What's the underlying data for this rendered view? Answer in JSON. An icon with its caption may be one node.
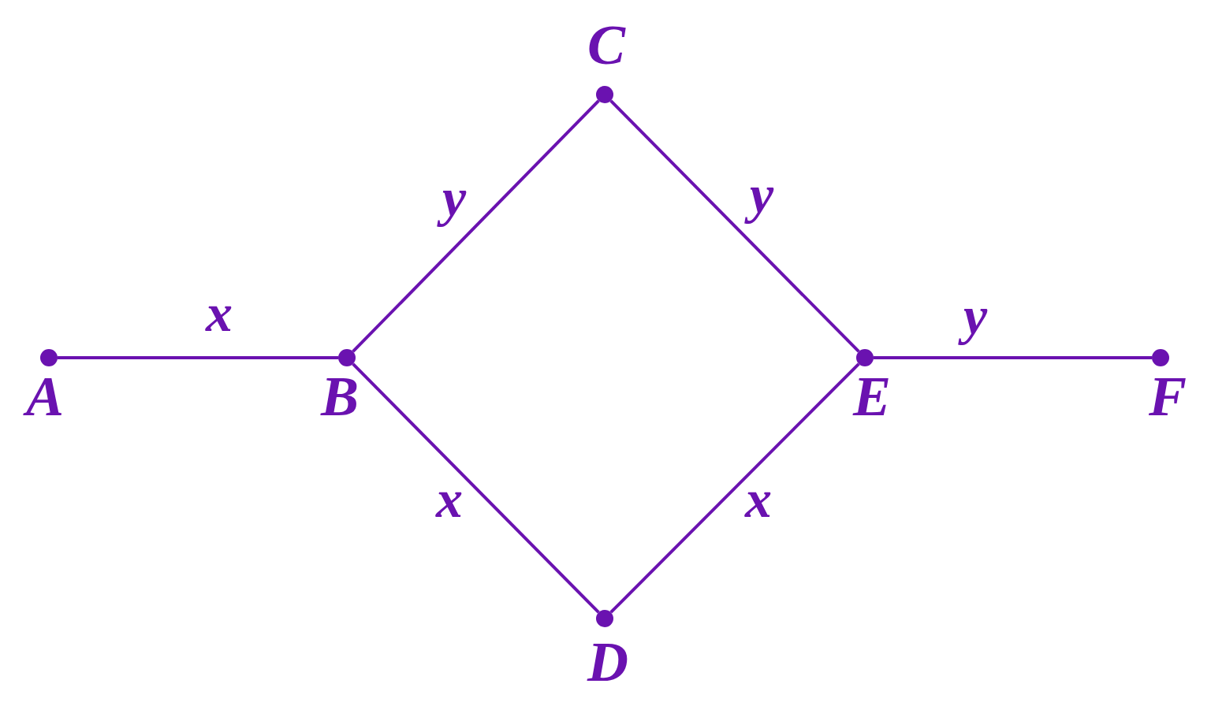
{
  "diagram": {
    "nodes": [
      {
        "text": [
          "A"
        ]
      },
      {
        "text": [
          "B"
        ]
      },
      {
        "text": [
          "C"
        ]
      },
      {
        "text": [
          "D"
        ]
      },
      {
        "text": [
          "E"
        ]
      },
      {
        "text": [
          "F"
        ]
      }
    ],
    "edges": [
      {
        "from": 0,
        "to": 1,
        "arrow": "none",
        "label": "x"
      },
      {
        "from": 1,
        "to": 2,
        "arrow": "none",
        "label": "y"
      },
      {
        "from": 1,
        "to": 3,
        "arrow": "none",
        "label": "x"
      },
      {
        "from": 2,
        "to": 4,
        "arrow": "none",
        "label": "y"
      },
      {
        "from": 3,
        "to": 4,
        "arrow": "none",
        "label": "x"
      },
      {
        "from": 4,
        "to": 5,
        "arrow": "none",
        "label": "y"
      }
    ]
  }
}
